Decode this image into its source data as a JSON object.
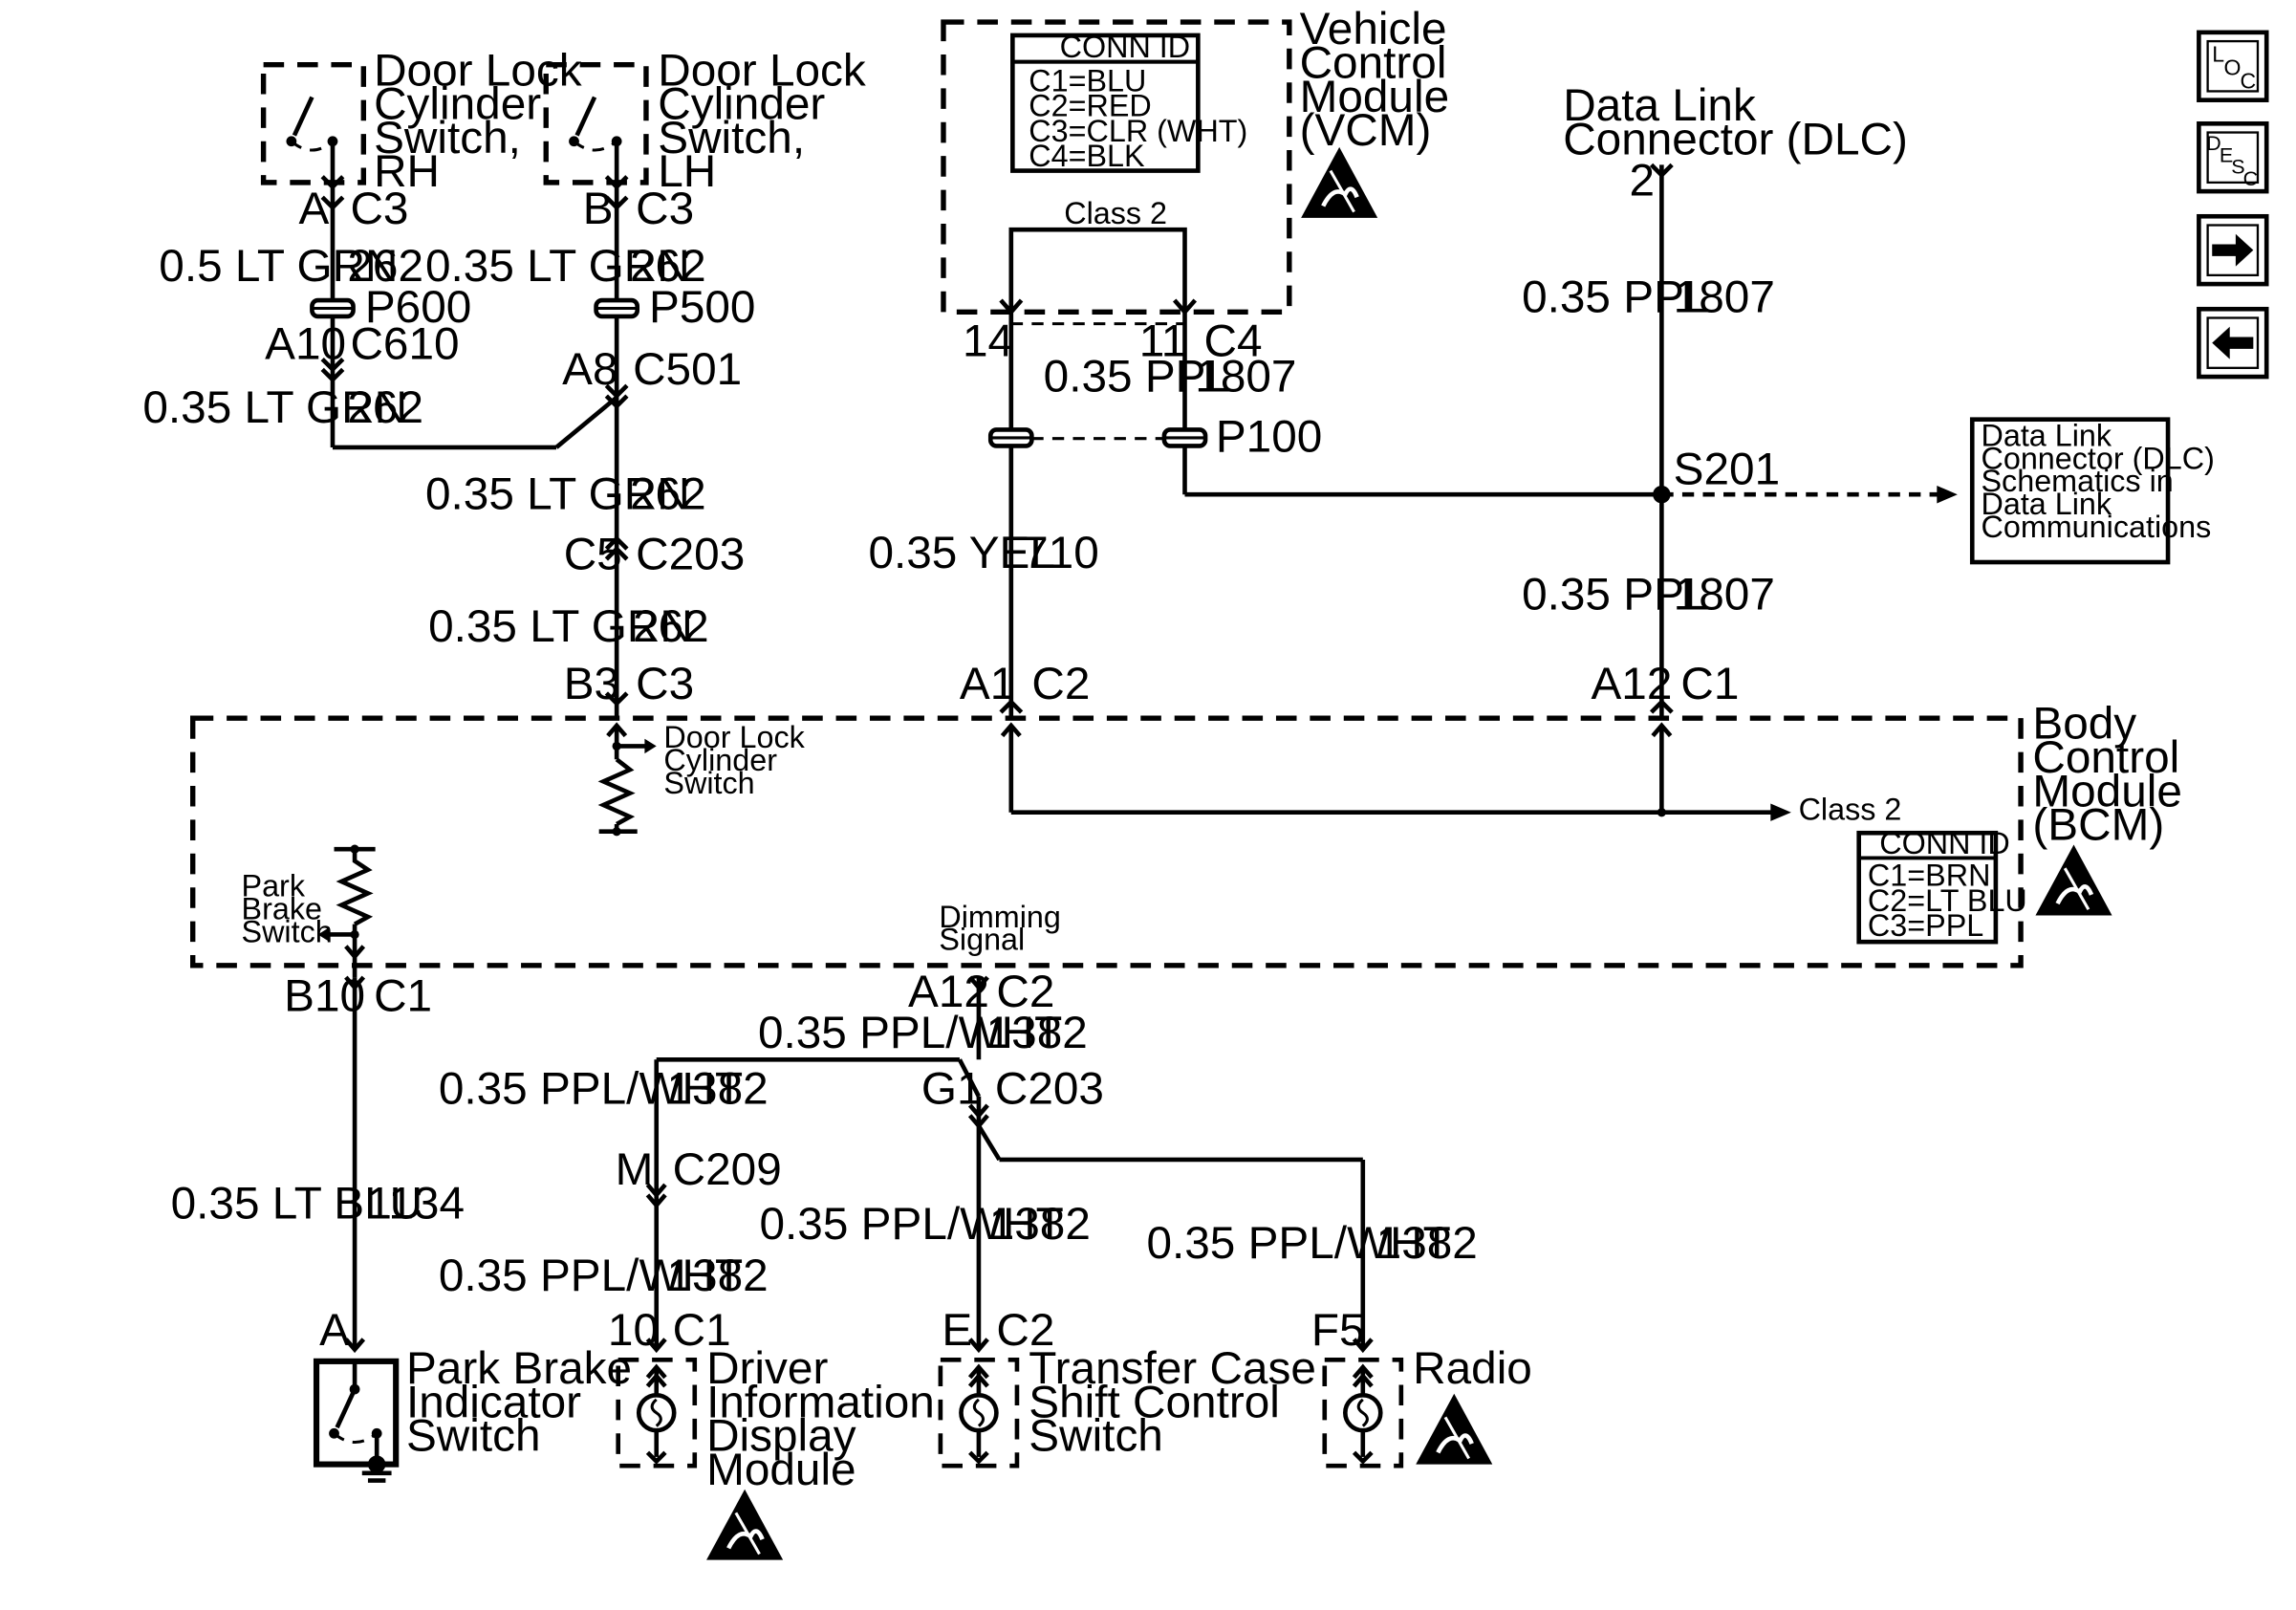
{
  "components": {
    "door_lock_rh": "Door Lock\nCylinder\nSwitch,\nRH",
    "door_lock_lh": "Door Lock\nCylinder\nSwitch,\nLH",
    "vcm": "Vehicle\nControl\nModule\n(VCM)",
    "dlc": "Data Link\nConnector (DLC)",
    "bcm": "Body\nControl\nModule\n(BCM)",
    "bcm_door_switch": "Door Lock\nCylinder\nSwitch",
    "bcm_park_brake": "Park\nBrake\nSwitch",
    "dimming_signal": "Dimming\nSignal",
    "park_brake_indicator": "Park Brake\nIndicator\nSwitch",
    "dim": "Driver\nInformation\nDisplay\nModule",
    "transfer_case": "Transfer Case\nShift Control\nSwitch",
    "radio": "Radio",
    "dlc_ref": "Data Link\nConnector (DLC)\nSchematics in\nData Link\nCommunications",
    "class2_vcm": "Class 2",
    "class2_bcm": "Class 2"
  },
  "conn_ids": {
    "vcm": {
      "title": "CONN ID",
      "lines": [
        "C1=BLU",
        "C2=RED",
        "C3=CLR (WHT)",
        "C4=BLK"
      ]
    },
    "bcm": {
      "title": "CONN ID",
      "lines": [
        "C1=BRN",
        "C2=LT BLU",
        "C3=PPL"
      ]
    }
  },
  "pins": {
    "rh_pin": "A",
    "rh_conn": "C3",
    "lh_pin": "B",
    "lh_conn": "C3",
    "p600_pin": "A10",
    "p600_conn": "C610",
    "p500_pin": "A8",
    "p500_conn": "C501",
    "c203_top_pin": "C5",
    "c203_top_conn": "C203",
    "bcm_door_pin": "B3",
    "bcm_door_conn": "C3",
    "vcm_pin_a": "14",
    "vcm_pin_b": "11",
    "vcm_conn": "C4",
    "bcm_class2_pin": "A1",
    "bcm_class2_conn": "C2",
    "bcm_dlc_pin": "A12",
    "bcm_dlc_conn": "C1",
    "dlc_pin": "2",
    "park_out_pin": "B10",
    "park_out_conn": "C1",
    "dim_out_pin": "A12",
    "dim_out_conn": "C2",
    "g1_pin": "G1",
    "g1_conn": "C203",
    "m_pin": "M",
    "m_conn": "C209",
    "park_ind_pin": "A",
    "dim_in_pin": "10",
    "dim_in_conn": "C1",
    "tc_pin": "E",
    "tc_conn": "C2",
    "radio_pin": "F5"
  },
  "splices": {
    "p600": "P600",
    "p500": "P500",
    "p100": "P100",
    "s201": "S201"
  },
  "wires": {
    "rh_top_color": "0.5 LT GRN",
    "rh_top_circuit": "262",
    "lh_top_color": "0.35 LT GRN",
    "lh_top_circuit": "262",
    "rh_bottom_color": "0.35 LT GRN",
    "rh_bottom_circuit": "262",
    "mid_color": "0.35 LT GRN",
    "mid_circuit": "262",
    "mid2_color": "0.35 LT GRN",
    "mid2_circuit": "262",
    "vcm_ppl_color": "0.35 PPL",
    "vcm_ppl_circuit": "1807",
    "yel_color": "0.35 YEL",
    "yel_circuit": "710",
    "dlc_top_color": "0.35 PPL",
    "dlc_top_circuit": "1807",
    "dlc_bottom_color": "0.35 PPL",
    "dlc_bottom_circuit": "1807",
    "bcm_out_color": "0.35 PPL/WHT",
    "bcm_out_circuit": "1382",
    "dim_branch_color": "0.35 PPL/WHT",
    "dim_branch_circuit": "1382",
    "park_color": "0.35 LT BLU",
    "park_circuit": "1134",
    "dim_lower_color": "0.35 PPL/WHT",
    "dim_lower_circuit": "1382",
    "tc_color": "0.35 PPL/WHT",
    "tc_circuit": "1382",
    "radio_color": "0.35 PPL/WHT",
    "radio_circuit": "1382"
  },
  "nav": {
    "loc_icon": "loc-icon",
    "desc_icon": "desc-icon",
    "next_icon": "arrow-right-icon",
    "prev_icon": "arrow-left-icon"
  }
}
